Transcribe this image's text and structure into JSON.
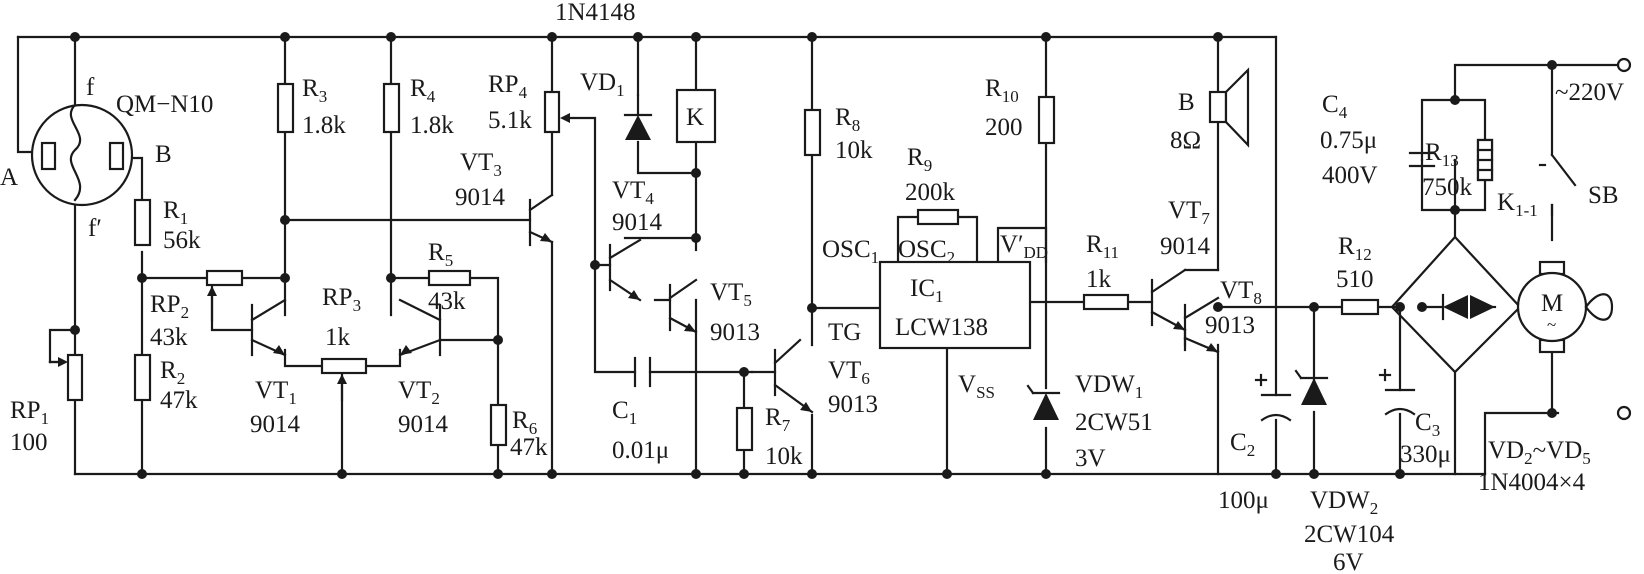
{
  "components": [
    {
      "id": "diode_top",
      "value": "1N4148"
    },
    {
      "id": "sensor",
      "name": "QM−N10",
      "pins": [
        "A",
        "B",
        "f",
        "f′"
      ]
    },
    {
      "id": "R1",
      "name": "R",
      "sub": "1",
      "value": "56k"
    },
    {
      "id": "R2",
      "name": "R",
      "sub": "2",
      "value": "47k"
    },
    {
      "id": "R3",
      "name": "R",
      "sub": "3",
      "value": "1.8k"
    },
    {
      "id": "R4",
      "name": "R",
      "sub": "4",
      "value": "1.8k"
    },
    {
      "id": "R5",
      "name": "R",
      "sub": "5",
      "value": "43k"
    },
    {
      "id": "R6",
      "name": "R",
      "sub": "6",
      "value": "47k"
    },
    {
      "id": "R7",
      "name": "R",
      "sub": "7",
      "value": "10k"
    },
    {
      "id": "R8",
      "name": "R",
      "sub": "8",
      "value": "10k"
    },
    {
      "id": "R9",
      "name": "R",
      "sub": "9",
      "value": "200k"
    },
    {
      "id": "R10",
      "name": "R",
      "sub": "10",
      "value": "200"
    },
    {
      "id": "R11",
      "name": "R",
      "sub": "11",
      "value": "1k"
    },
    {
      "id": "R12",
      "name": "R",
      "sub": "12",
      "value": "510"
    },
    {
      "id": "R13",
      "name": "R",
      "sub": "13",
      "value": "750k"
    },
    {
      "id": "RP1",
      "name": "RP",
      "sub": "1",
      "value": "100"
    },
    {
      "id": "RP2",
      "name": "RP",
      "sub": "2",
      "value": "43k"
    },
    {
      "id": "RP3",
      "name": "RP",
      "sub": "3",
      "value": "1k"
    },
    {
      "id": "RP4",
      "name": "RP",
      "sub": "4",
      "value": "5.1k"
    },
    {
      "id": "VT1",
      "name": "VT",
      "sub": "1",
      "value": "9014"
    },
    {
      "id": "VT2",
      "name": "VT",
      "sub": "2",
      "value": "9014"
    },
    {
      "id": "VT3",
      "name": "VT",
      "sub": "3",
      "value": "9014"
    },
    {
      "id": "VT4",
      "name": "VT",
      "sub": "4",
      "value": "9014"
    },
    {
      "id": "VT5",
      "name": "VT",
      "sub": "5",
      "value": "9013"
    },
    {
      "id": "VT6",
      "name": "VT",
      "sub": "6",
      "value": "9013"
    },
    {
      "id": "VT7",
      "name": "VT",
      "sub": "7",
      "value": "9014"
    },
    {
      "id": "VT8",
      "name": "VT",
      "sub": "8",
      "value": "9013"
    },
    {
      "id": "VD1",
      "name": "VD",
      "sub": "1"
    },
    {
      "id": "K",
      "name": "K"
    },
    {
      "id": "C1",
      "name": "C",
      "sub": "1",
      "value": "0.01μ"
    },
    {
      "id": "C2",
      "name": "C",
      "sub": "2",
      "value": "100μ"
    },
    {
      "id": "C3",
      "name": "C",
      "sub": "3",
      "value": "330μ"
    },
    {
      "id": "C4",
      "name": "C",
      "sub": "4",
      "value": "0.75μ",
      "voltage": "400V"
    },
    {
      "id": "IC1",
      "name": "IC",
      "sub": "1",
      "value": "LCW138",
      "pins": [
        "OSC",
        "OSC",
        "V′",
        "TG",
        "V"
      ],
      "pin_subs": [
        "1",
        "2",
        "DD",
        "SS"
      ]
    },
    {
      "id": "VDW1",
      "name": "VDW",
      "sub": "1",
      "value": "2CW51",
      "voltage": "3V"
    },
    {
      "id": "VDW2",
      "name": "VDW",
      "sub": "2",
      "value": "2CW104",
      "voltage": "6V"
    },
    {
      "id": "B",
      "name": "B",
      "value": "8Ω"
    },
    {
      "id": "K11",
      "name": "K",
      "sub": "1-1"
    },
    {
      "id": "SB",
      "name": "SB"
    },
    {
      "id": "M",
      "name": "M",
      "symbol": "~"
    },
    {
      "id": "mains",
      "value": "~220V"
    },
    {
      "id": "VD2_5",
      "name": "VD",
      "sub": "2",
      "range_sep": "~VD",
      "sub2": "5",
      "value": "1N4004×4"
    }
  ]
}
